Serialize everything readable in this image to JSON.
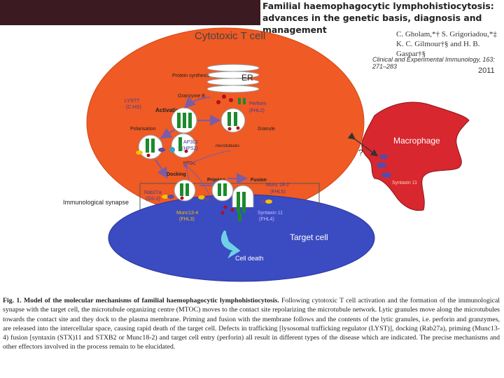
{
  "header": {
    "title": "Familial haemophagocytic lymphohistiocytosis: advances in the genetic basis, diagnosis and management",
    "authors_line1": "C. Gholam,*† S. Grigoriadou,*‡",
    "authors_line2": "K. C. Gilmour†§ and H. B. Gaspar†§",
    "journal": "Clinical and Experimental Immunology, 163: 271–283",
    "year": "2011"
  },
  "figure": {
    "cell_title": "Cytotoxic T cell",
    "protein_synthesis": "Protein synthesis",
    "er": "ER",
    "granzyme": "Granzyme B",
    "lyst": "LYST?",
    "chs": "(C-HS)",
    "activation": "Activation",
    "perforin": "Perforin",
    "fhl2": "(FHL2)",
    "granule": "Granule",
    "polarisation": "Polarisation",
    "ap3": "AP3L1",
    "hps2": "(HPS2)",
    "microtubules": "microtubules",
    "mtoc": "MTOC",
    "docking": "Docking",
    "priming": "Priming",
    "fusion": "Fusion",
    "rab27": "Rab27a",
    "gs2": "(GS-2)",
    "munc18": "Munc 18-2",
    "fhl5": "(FHL5)",
    "munc13": "Munc13-4",
    "fhl3": "(FHL3)",
    "syntaxin_t": "Syntaxin 11",
    "fhl4": "(FHL4)",
    "immuno_synapse": "Immunological synapse",
    "target_cell": "Target cell",
    "cell_death": "Cell death",
    "macrophage": "Macrophage",
    "syntaxin_m": "Syntaxin 11",
    "question": "?"
  },
  "caption": {
    "label": "Fig. 1.",
    "bold_title": "Model of the molecular mechanisms of familial haemophagocytic lymphohistiocytosis.",
    "text": "Following cytotoxic T cell activation and the formation of the immunological synapse with the target cell, the microtubule organizing centre (MTOC) moves to the contact site repolarizing the microtubule network. Lytic granules move along the microtubules towards the contact site and they dock to the plasma membrane. Priming and fusion with the membrane follows and the contents of the lytic granules, i.e. perforin and granzymes, are released into the intercellular space, causing rapid death of the target cell. Defects in trafficking [lysosomal trafficking regulator (LYST)], docking (Rab27a), priming (Munc13-4) fusion [syntaxin (STX)11 and STXB2 or Munc18-2) and target cell entry (perforin) all result in different types of the disease which are indicated. The precise mechanisms and other effectors involved in the process remain to be elucidated."
  },
  "colors": {
    "tcell": "#f05a24",
    "target": "#3b4bc2",
    "macrophage": "#d8272e",
    "topbar": "#3c1a22"
  }
}
